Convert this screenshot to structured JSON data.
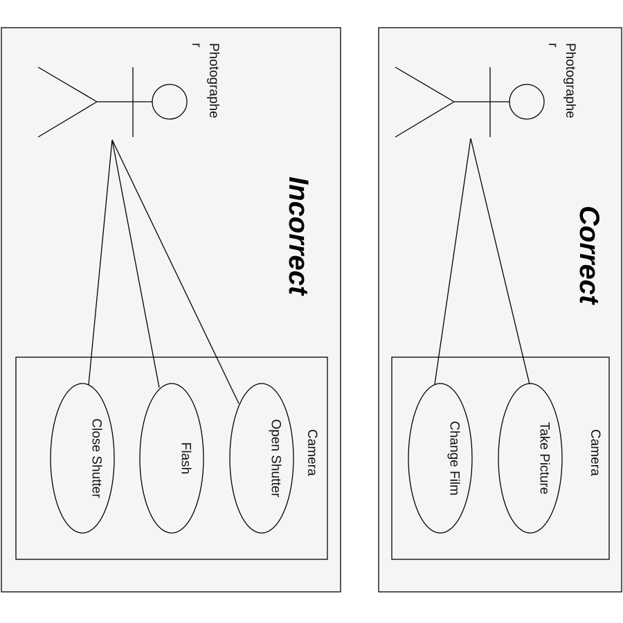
{
  "panels": [
    {
      "heading": "Incorrect",
      "actor_label": [
        "Photographe",
        "r"
      ],
      "system_label": "Camera",
      "use_cases": [
        "Close Shutter",
        "Flash",
        "Open Shutter"
      ]
    },
    {
      "heading": "Correct",
      "actor_label": [
        "Photographe",
        "r"
      ],
      "system_label": "Camera",
      "use_cases": [
        "Change Film",
        "Take Picture"
      ]
    }
  ],
  "colors": {
    "panel_bg": "#f5f5f5",
    "line": "#000000",
    "text": "#111111"
  }
}
